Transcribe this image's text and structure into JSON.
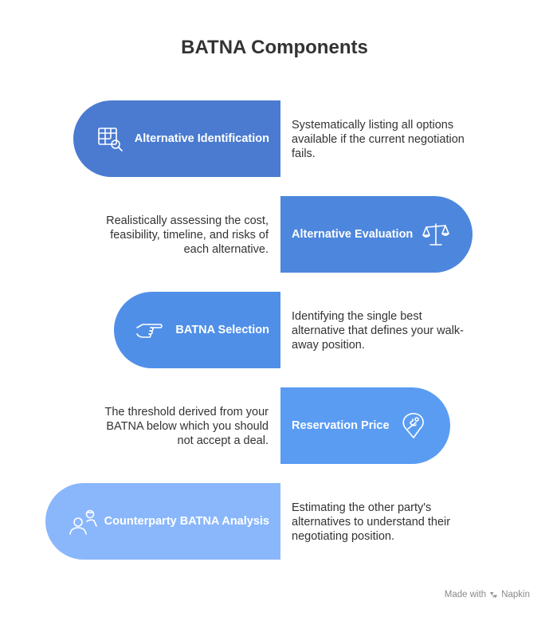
{
  "title": "BATNA Components",
  "colors": [
    "#4a7bd0",
    "#4d86dd",
    "#4f8fe8",
    "#5a9cf2",
    "#8ab7fb"
  ],
  "components": [
    {
      "label": "Alternative Identification",
      "description": "Systematically listing all options available if the current negotiation fails.",
      "icon": "table-search-icon"
    },
    {
      "label": "Alternative Evaluation",
      "description": "Realistically assessing the cost, feasibility, timeline, and risks of each alternative.",
      "icon": "balance-scale-icon"
    },
    {
      "label": "BATNA Selection",
      "description": "Identifying the single best alternative that defines your walk-away position.",
      "icon": "pointing-hand-icon"
    },
    {
      "label": "Reservation Price",
      "description": "The threshold derived from your BATNA below which you should not accept a deal.",
      "icon": "price-tag-icon"
    },
    {
      "label": "Counterparty BATNA Analysis",
      "description": "Estimating the other party's alternatives to understand their negotiating position.",
      "icon": "two-people-icon"
    }
  ],
  "footer": {
    "made_with": "Made with",
    "brand": "Napkin",
    "icon": "napkin-logo-icon"
  }
}
